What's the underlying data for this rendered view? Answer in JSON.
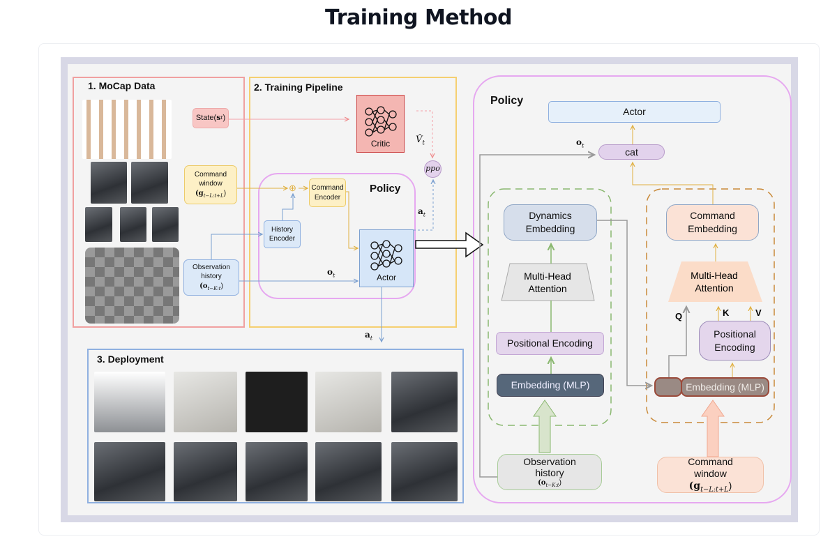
{
  "page_title": "Training Method",
  "sections": {
    "mocap": {
      "title": "1. MoCap Data"
    },
    "pipeline": {
      "title": "2. Training Pipeline",
      "state": {
        "label": "State(",
        "symbol": "s",
        "sub": "t",
        "close": ")"
      },
      "critic": "Critic",
      "value_label": {
        "symbol": "V̂",
        "sub": "t"
      },
      "ppo": "ppo",
      "command_window": {
        "line1": "Command",
        "line2": "window",
        "symbol": "(g",
        "sub": "t−L:t+L",
        "close": ")"
      },
      "observation_history": {
        "line1": "Observation",
        "line2": "history",
        "symbol": "(o",
        "sub": "t−K:t",
        "close": ")"
      },
      "policy": "Policy",
      "concat_symbol": "⊕",
      "command_encoder": {
        "line1": "Command",
        "line2": "Encoder"
      },
      "history_encoder": {
        "line1": "History",
        "line2": "Encoder"
      },
      "actor": "Actor",
      "obs_label": {
        "symbol": "o",
        "sub": "t"
      },
      "action_label": {
        "symbol": "a",
        "sub": "t"
      },
      "action_out_label": {
        "symbol": "a",
        "sub": "t"
      }
    },
    "deployment": {
      "title": "3. Deployment"
    },
    "policy_detail": {
      "title": "Policy",
      "actor": "Actor",
      "cat": "cat",
      "obs_label": {
        "symbol": "o",
        "sub": "t"
      },
      "dynamics_embedding": {
        "line1": "Dynamics",
        "line2": "Embedding"
      },
      "mha_left": {
        "line1": "Multi-Head",
        "line2": "Attention"
      },
      "pos_enc_left": "Positional Encoding",
      "embedding_left": "Embedding (MLP)",
      "observation_history": {
        "line1": "Observation",
        "line2": "history",
        "symbol": "(o",
        "sub": "t−K:t",
        "close": ")"
      },
      "command_embedding": {
        "line1": "Command",
        "line2": "Embedding"
      },
      "mha_right": {
        "line1": "Multi-Head",
        "line2": "Attention"
      },
      "q": "Q",
      "k": "K",
      "v": "V",
      "pos_enc_right": {
        "line1": "Positional",
        "line2": "Encoding"
      },
      "embedding_right": "Embedding (MLP)",
      "command_window": {
        "line1": "Command",
        "line2": "window",
        "symbol": "(g",
        "sub": "t−L:t+L",
        "close": ")"
      }
    }
  },
  "colors": {
    "mocap": "#f0a0a0",
    "pipeline": "#f5cf70",
    "deployment": "#8fb0e0",
    "policy": "#e6a8f0",
    "green": "#8ab870",
    "orange": "#c98a3a"
  }
}
